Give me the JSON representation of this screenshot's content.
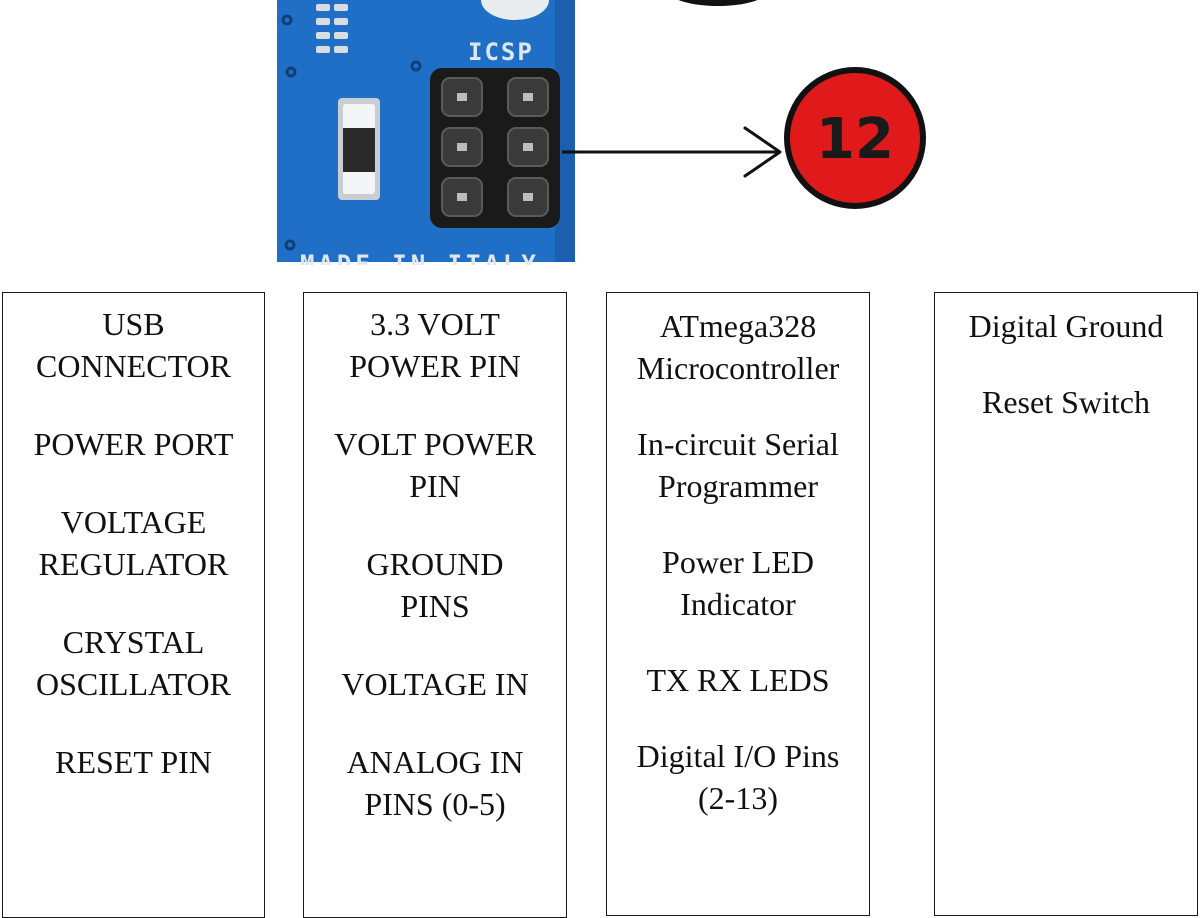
{
  "board": {
    "icsp_label": "ICSP",
    "made_in_label": "MADE IN ITALY",
    "board_color": "#1f6fc7",
    "marker_color": "#e01a1a"
  },
  "callout": {
    "number": "12"
  },
  "legend": {
    "col1": [
      [
        "USB",
        "CONNECTOR"
      ],
      [
        "POWER PORT"
      ],
      [
        "VOLTAGE",
        "REGULATOR"
      ],
      [
        "CRYSTAL",
        "OSCILLATOR"
      ],
      [
        "RESET PIN"
      ]
    ],
    "col2": [
      [
        "3.3 VOLT",
        "POWER PIN"
      ],
      [
        "VOLT POWER",
        "PIN"
      ],
      [
        "GROUND",
        "PINS"
      ],
      [
        "VOLTAGE IN"
      ],
      [
        "ANALOG IN",
        "PINS (0-5)"
      ]
    ],
    "col3": [
      [
        "ATmega328",
        "Microcontroller"
      ],
      [
        "In-circuit Serial",
        "Programmer"
      ],
      [
        "Power LED",
        "Indicator"
      ],
      [
        "TX RX LEDS"
      ],
      [
        "Digital I/O Pins",
        "(2-13)"
      ]
    ],
    "col4": [
      [
        "Digital Ground"
      ],
      [
        "Reset Switch"
      ]
    ]
  }
}
